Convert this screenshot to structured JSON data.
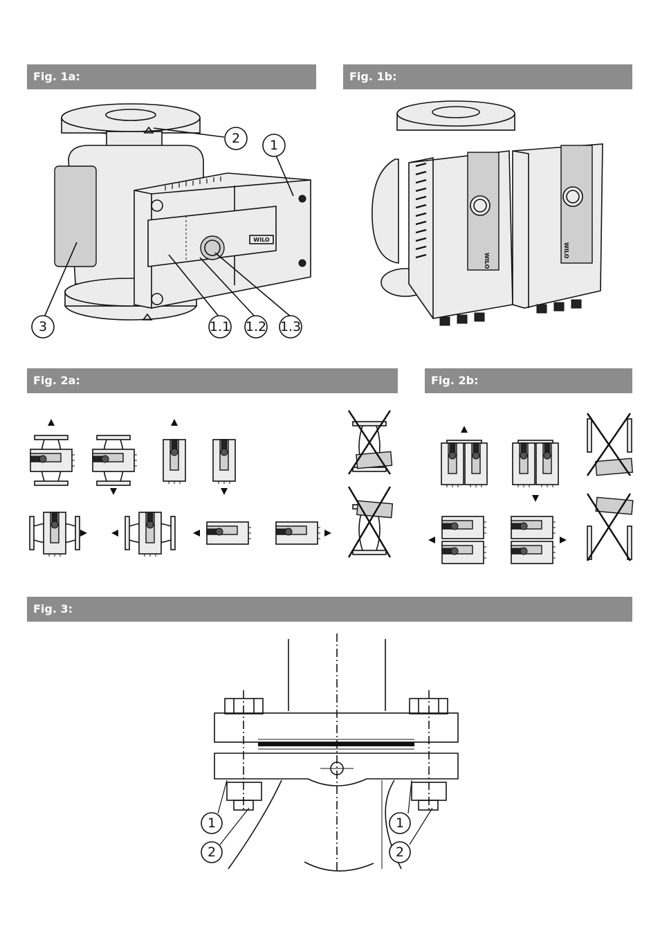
{
  "figures": {
    "fig1a": {
      "label": "Fig. 1a:",
      "callouts": [
        "1",
        "2",
        "3",
        "1.1",
        "1.2",
        "1.3"
      ],
      "brand": "WILO"
    },
    "fig1b": {
      "label": "Fig. 1b:",
      "brand": "WILO"
    },
    "fig2a": {
      "label": "Fig. 2a:"
    },
    "fig2b": {
      "label": "Fig. 2b:"
    },
    "fig3": {
      "label": "Fig. 3:",
      "callouts": [
        "1",
        "2",
        "1",
        "2"
      ]
    }
  },
  "colors": {
    "header_bar": "#8c8c8c",
    "header_text": "#ffffff",
    "line": "#111111"
  },
  "icons": [
    "pump-drawing",
    "forbidden-cross-icon",
    "direction-arrow-icon",
    "flange-section-drawing"
  ]
}
